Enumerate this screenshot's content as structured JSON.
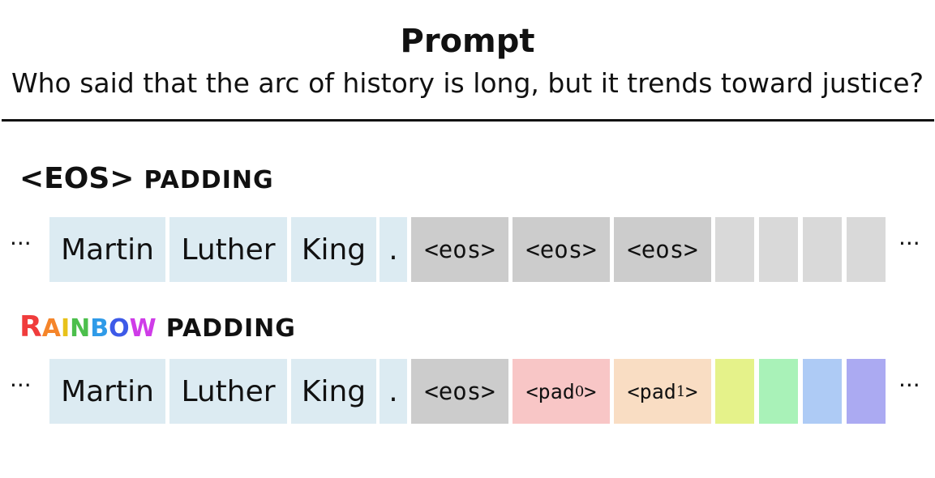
{
  "prompt": {
    "title": "Prompt",
    "text": "Who said that the arc of history is long, but it trends toward justice?"
  },
  "eos_section": {
    "title_main": "<EOS>",
    "title_suffix": "PADDING",
    "ellipsis_left": "···",
    "ellipsis_right": "···",
    "tokens": [
      "Martin",
      "Luther",
      "King",
      ".",
      "<eos>",
      "<eos>",
      "<eos>",
      "",
      "",
      "",
      ""
    ]
  },
  "rainbow_section": {
    "title_letters": [
      "R",
      "AINBOW"
    ],
    "title_suffix": "PADDING",
    "ellipsis_left": "···",
    "ellipsis_right": "···",
    "tokens": [
      "Martin",
      "Luther",
      "King",
      ".",
      "<eos>"
    ],
    "pad_tokens": [
      {
        "prefix": "<pad",
        "index": "0",
        "suffix": ">"
      },
      {
        "prefix": "<pad",
        "index": "1",
        "suffix": ">"
      }
    ]
  },
  "colors": {
    "word_bg": "#dcebf2",
    "eos_bg": "#cccccc",
    "empty_bg": "#d9d9d9",
    "rainbow_letters": [
      "#f03c3c",
      "#f5852a",
      "#e8c21a",
      "#4cbf4c",
      "#2f9be8",
      "#3d5ae8",
      "#cf3ce8",
      "#9a4be8"
    ],
    "rainbow_cells": [
      "#f8c6c6",
      "#f9ddc3",
      "#e5f28a",
      "#a9f2b8",
      "#aecbf5",
      "#abaaf2"
    ]
  }
}
